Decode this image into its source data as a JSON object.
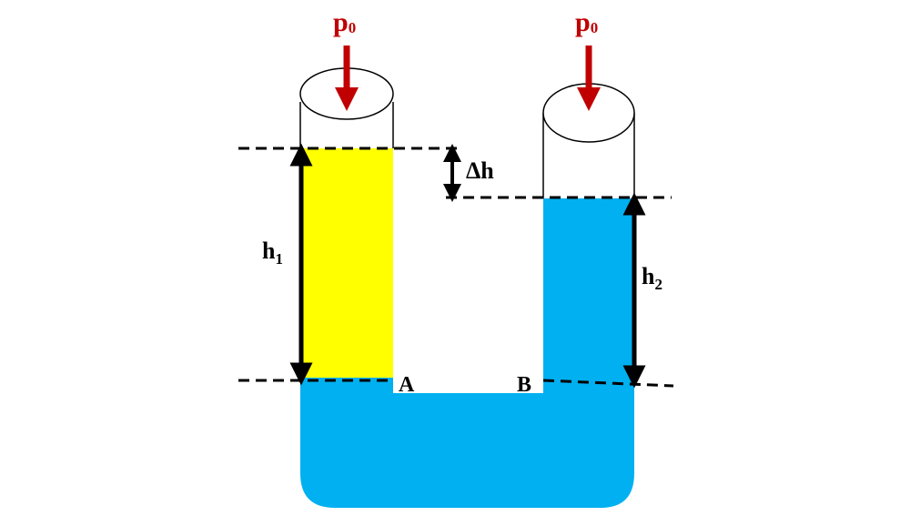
{
  "labels": {
    "pressure_left": "p",
    "pressure_left_sub": "0",
    "pressure_right": "p",
    "pressure_right_sub": "0",
    "delta_h": "Δh",
    "h1": "h",
    "h1_sub": "1",
    "h2": "h",
    "h2_sub": "2",
    "point_a": "A",
    "point_b": "B"
  },
  "colors": {
    "liquid_1": "#ffff00",
    "liquid_2": "#00b0f0",
    "pressure_arrow": "#c00000",
    "outline": "#000000"
  }
}
